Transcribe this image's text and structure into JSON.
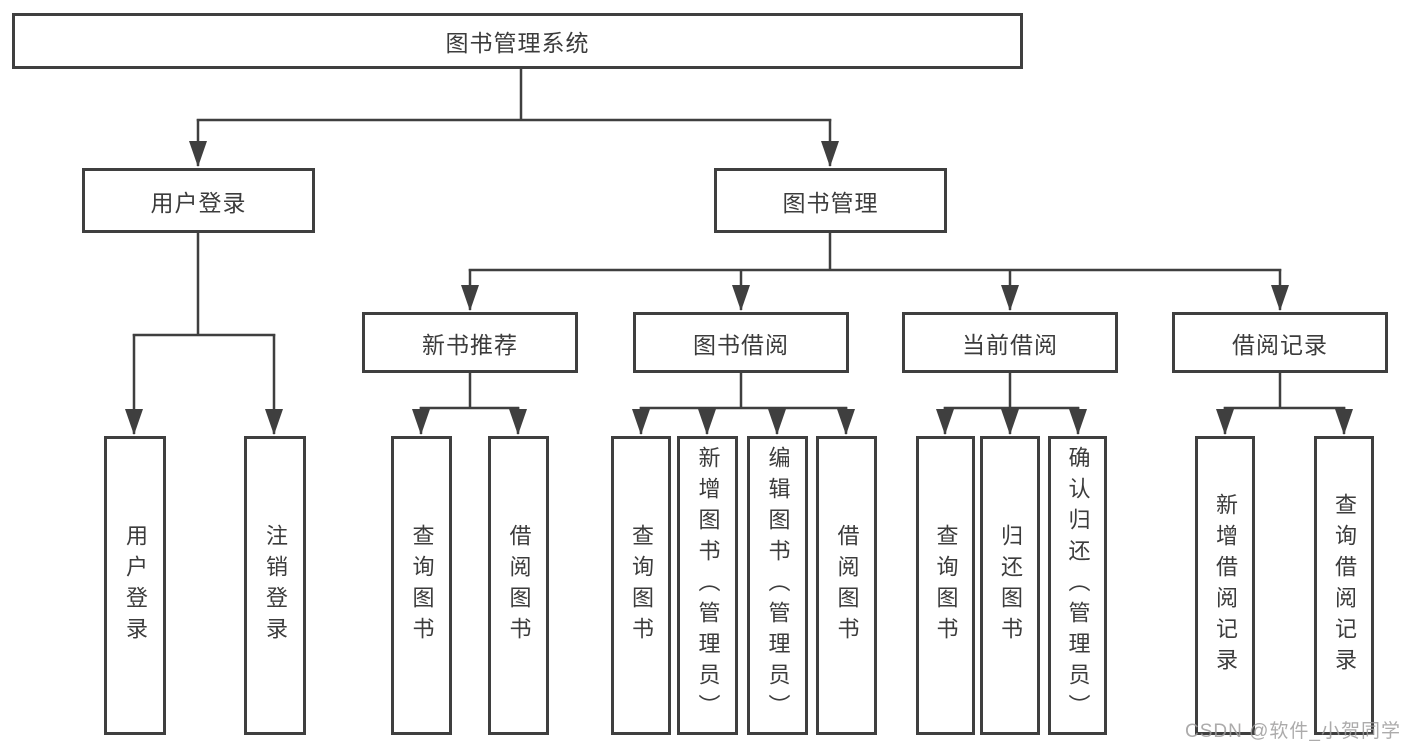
{
  "colors": {
    "background": "#ffffff",
    "line": "#3f3f3f",
    "text": "#3c3c3c",
    "watermark": "#9e9c9c"
  },
  "watermark": {
    "text": "CSDN @软件_小贺同学"
  },
  "diagram": {
    "type": "tree",
    "root": {
      "label": "图书管理系统",
      "children": [
        {
          "label": "用户登录",
          "children": [
            {
              "label": "用户登录"
            },
            {
              "label": "注销登录"
            }
          ]
        },
        {
          "label": "图书管理",
          "children": [
            {
              "label": "新书推荐",
              "children": [
                {
                  "label": "查询图书"
                },
                {
                  "label": "借阅图书"
                }
              ]
            },
            {
              "label": "图书借阅",
              "children": [
                {
                  "label": "查询图书"
                },
                {
                  "label": "新增图书（管理员）"
                },
                {
                  "label": "编辑图书（管理员）"
                },
                {
                  "label": "借阅图书"
                }
              ]
            },
            {
              "label": "当前借阅",
              "children": [
                {
                  "label": "查询图书"
                },
                {
                  "label": "归还图书"
                },
                {
                  "label": "确认归还（管理员）"
                }
              ]
            },
            {
              "label": "借阅记录",
              "children": [
                {
                  "label": "新增借阅记录"
                },
                {
                  "label": "查询借阅记录"
                }
              ]
            }
          ]
        }
      ]
    }
  }
}
